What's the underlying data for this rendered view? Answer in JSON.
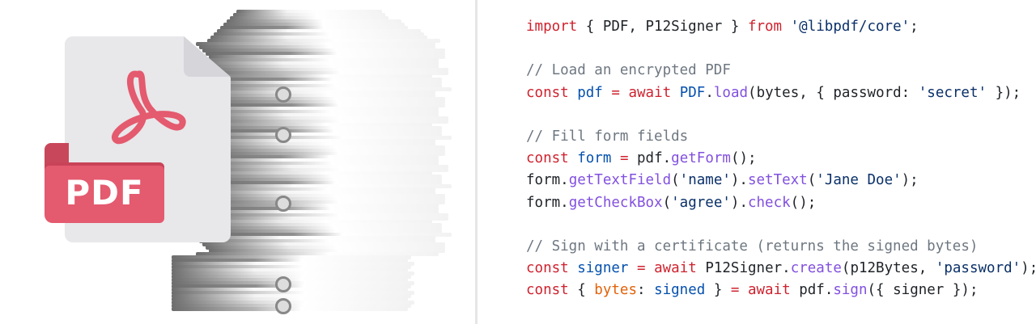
{
  "illustration": {
    "pdf_icon_label": "PDF",
    "accent_color": "#e45a6e"
  },
  "code": {
    "lines": [
      [
        {
          "t": "import",
          "c": "kw"
        },
        {
          "t": " { PDF, P12Signer } ",
          "c": "plain"
        },
        {
          "t": "from",
          "c": "kw"
        },
        {
          "t": " ",
          "c": "plain"
        },
        {
          "t": "'@libpdf/core'",
          "c": "str"
        },
        {
          "t": ";",
          "c": "plain"
        }
      ],
      [],
      [
        {
          "t": "// Load an encrypted PDF",
          "c": "cm"
        }
      ],
      [
        {
          "t": "const",
          "c": "kw"
        },
        {
          "t": " ",
          "c": "plain"
        },
        {
          "t": "pdf",
          "c": "var"
        },
        {
          "t": " ",
          "c": "plain"
        },
        {
          "t": "=",
          "c": "kw"
        },
        {
          "t": " ",
          "c": "plain"
        },
        {
          "t": "await",
          "c": "kw"
        },
        {
          "t": " ",
          "c": "plain"
        },
        {
          "t": "PDF",
          "c": "var"
        },
        {
          "t": ".",
          "c": "plain"
        },
        {
          "t": "load",
          "c": "fn"
        },
        {
          "t": "(bytes, { password: ",
          "c": "plain"
        },
        {
          "t": "'secret'",
          "c": "str"
        },
        {
          "t": " });",
          "c": "plain"
        }
      ],
      [],
      [
        {
          "t": "// Fill form fields",
          "c": "cm"
        }
      ],
      [
        {
          "t": "const",
          "c": "kw"
        },
        {
          "t": " ",
          "c": "plain"
        },
        {
          "t": "form",
          "c": "var"
        },
        {
          "t": " ",
          "c": "plain"
        },
        {
          "t": "=",
          "c": "kw"
        },
        {
          "t": " pdf.",
          "c": "plain"
        },
        {
          "t": "getForm",
          "c": "fn"
        },
        {
          "t": "();",
          "c": "plain"
        }
      ],
      [
        {
          "t": "form.",
          "c": "plain"
        },
        {
          "t": "getTextField",
          "c": "fn"
        },
        {
          "t": "(",
          "c": "plain"
        },
        {
          "t": "'name'",
          "c": "str"
        },
        {
          "t": ").",
          "c": "plain"
        },
        {
          "t": "setText",
          "c": "fn"
        },
        {
          "t": "(",
          "c": "plain"
        },
        {
          "t": "'Jane Doe'",
          "c": "str"
        },
        {
          "t": ");",
          "c": "plain"
        }
      ],
      [
        {
          "t": "form.",
          "c": "plain"
        },
        {
          "t": "getCheckBox",
          "c": "fn"
        },
        {
          "t": "(",
          "c": "plain"
        },
        {
          "t": "'agree'",
          "c": "str"
        },
        {
          "t": ").",
          "c": "plain"
        },
        {
          "t": "check",
          "c": "fn"
        },
        {
          "t": "();",
          "c": "plain"
        }
      ],
      [],
      [
        {
          "t": "// Sign with a certificate (returns the signed bytes)",
          "c": "cm"
        }
      ],
      [
        {
          "t": "const",
          "c": "kw"
        },
        {
          "t": " ",
          "c": "plain"
        },
        {
          "t": "signer",
          "c": "var"
        },
        {
          "t": " ",
          "c": "plain"
        },
        {
          "t": "=",
          "c": "kw"
        },
        {
          "t": " ",
          "c": "plain"
        },
        {
          "t": "await",
          "c": "kw"
        },
        {
          "t": " P12Signer.",
          "c": "plain"
        },
        {
          "t": "create",
          "c": "fn"
        },
        {
          "t": "(p12Bytes, ",
          "c": "plain"
        },
        {
          "t": "'password'",
          "c": "str"
        },
        {
          "t": ");",
          "c": "plain"
        }
      ],
      [
        {
          "t": "const",
          "c": "kw"
        },
        {
          "t": " { ",
          "c": "plain"
        },
        {
          "t": "bytes",
          "c": "prop"
        },
        {
          "t": ": ",
          "c": "plain"
        },
        {
          "t": "signed",
          "c": "var"
        },
        {
          "t": " } ",
          "c": "plain"
        },
        {
          "t": "=",
          "c": "kw"
        },
        {
          "t": " ",
          "c": "plain"
        },
        {
          "t": "await",
          "c": "kw"
        },
        {
          "t": " pdf.",
          "c": "plain"
        },
        {
          "t": "sign",
          "c": "fn"
        },
        {
          "t": "({ signer });",
          "c": "plain"
        }
      ]
    ]
  }
}
